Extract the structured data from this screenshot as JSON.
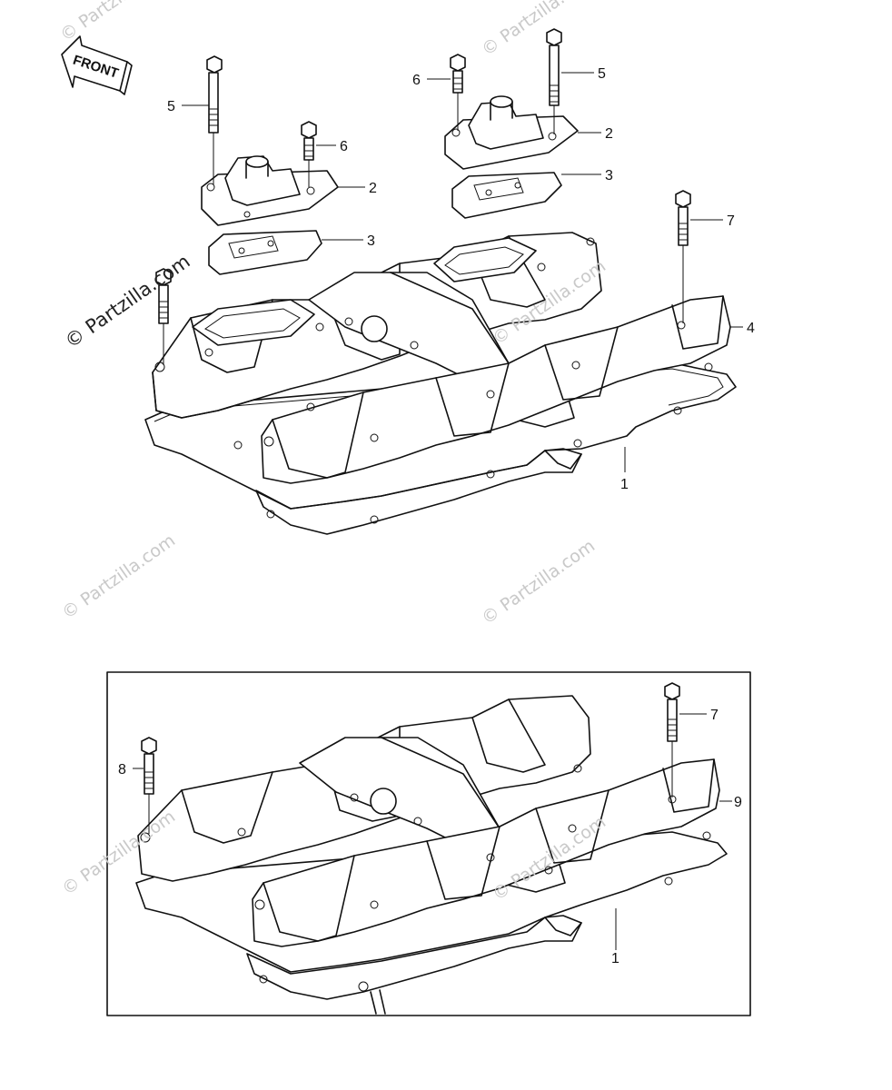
{
  "front_arrow": {
    "label": "FRONT"
  },
  "watermarks": [
    "© Partzilla.com",
    "© Partzilla.com",
    "© Partzilla.com",
    "© Partzilla.com",
    "© Partzilla.com",
    "© Partzilla.com",
    "© Partzilla.com",
    "© Partzilla.com"
  ],
  "upper_callouts": [
    "5",
    "6",
    "2",
    "3",
    "6",
    "5",
    "2",
    "3",
    "7",
    "4",
    "1"
  ],
  "lower_callouts": [
    "7",
    "8",
    "9",
    "1"
  ]
}
